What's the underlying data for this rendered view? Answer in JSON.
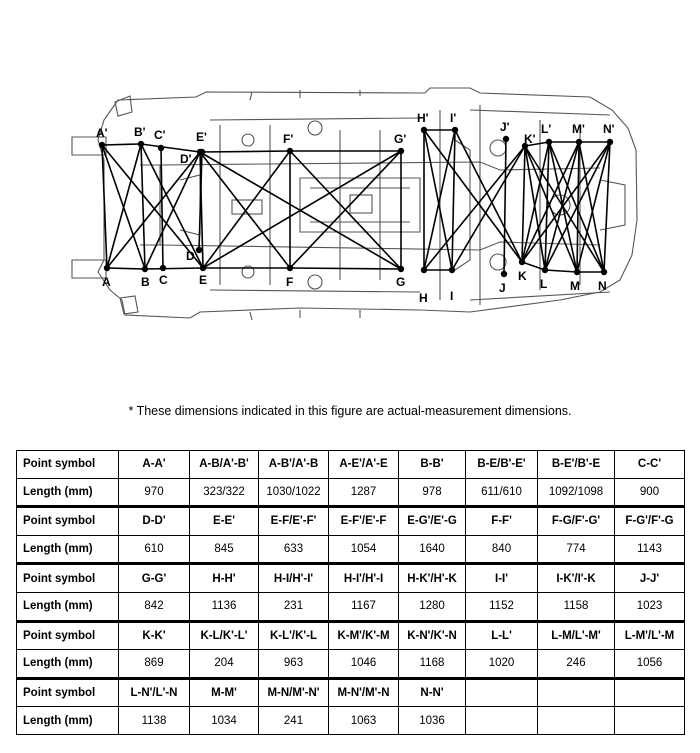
{
  "diagram": {
    "top_points": [
      "A'",
      "B'",
      "C'",
      "D'",
      "E'",
      "F'",
      "G'",
      "H'",
      "I'",
      "J'",
      "K'",
      "L'",
      "M'",
      "N'"
    ],
    "bottom_points": [
      "A",
      "B",
      "C",
      "D",
      "E",
      "F",
      "G",
      "H",
      "I",
      "J",
      "K",
      "L",
      "M",
      "N"
    ]
  },
  "note": "*  These dimensions indicated in this figure are actual-measurement dimensions.",
  "table": {
    "header_label": "Point symbol",
    "length_label": "Length (mm)",
    "groups": [
      {
        "symbols": [
          "A-A'",
          "A-B/A'-B'",
          "A-B'/A'-B",
          "A-E'/A'-E",
          "B-B'",
          "B-E/B'-E'",
          "B-E'/B'-E",
          "C-C'"
        ],
        "lengths": [
          "970",
          "323/322",
          "1030/1022",
          "1287",
          "978",
          "611/610",
          "1092/1098",
          "900"
        ]
      },
      {
        "symbols": [
          "D-D'",
          "E-E'",
          "E-F/E'-F'",
          "E-F'/E'-F",
          "E-G'/E'-G",
          "F-F'",
          "F-G/F'-G'",
          "F-G'/F'-G"
        ],
        "lengths": [
          "610",
          "845",
          "633",
          "1054",
          "1640",
          "840",
          "774",
          "1143"
        ]
      },
      {
        "symbols": [
          "G-G'",
          "H-H'",
          "H-I/H'-I'",
          "H-I'/H'-I",
          "H-K'/H'-K",
          "I-I'",
          "I-K'/I'-K",
          "J-J'"
        ],
        "lengths": [
          "842",
          "1136",
          "231",
          "1167",
          "1280",
          "1152",
          "1158",
          "1023"
        ]
      },
      {
        "symbols": [
          "K-K'",
          "K-L/K'-L'",
          "K-L'/K'-L",
          "K-M'/K'-M",
          "K-N'/K'-N",
          "L-L'",
          "L-M/L'-M'",
          "L-M'/L'-M"
        ],
        "lengths": [
          "869",
          "204",
          "963",
          "1046",
          "1168",
          "1020",
          "246",
          "1056"
        ]
      },
      {
        "symbols": [
          "L-N'/L'-N",
          "M-M'",
          "M-N/M'-N'",
          "M-N'/M'-N",
          "N-N'",
          "",
          "",
          ""
        ],
        "lengths": [
          "1138",
          "1034",
          "241",
          "1063",
          "1036",
          "",
          "",
          ""
        ]
      }
    ]
  }
}
